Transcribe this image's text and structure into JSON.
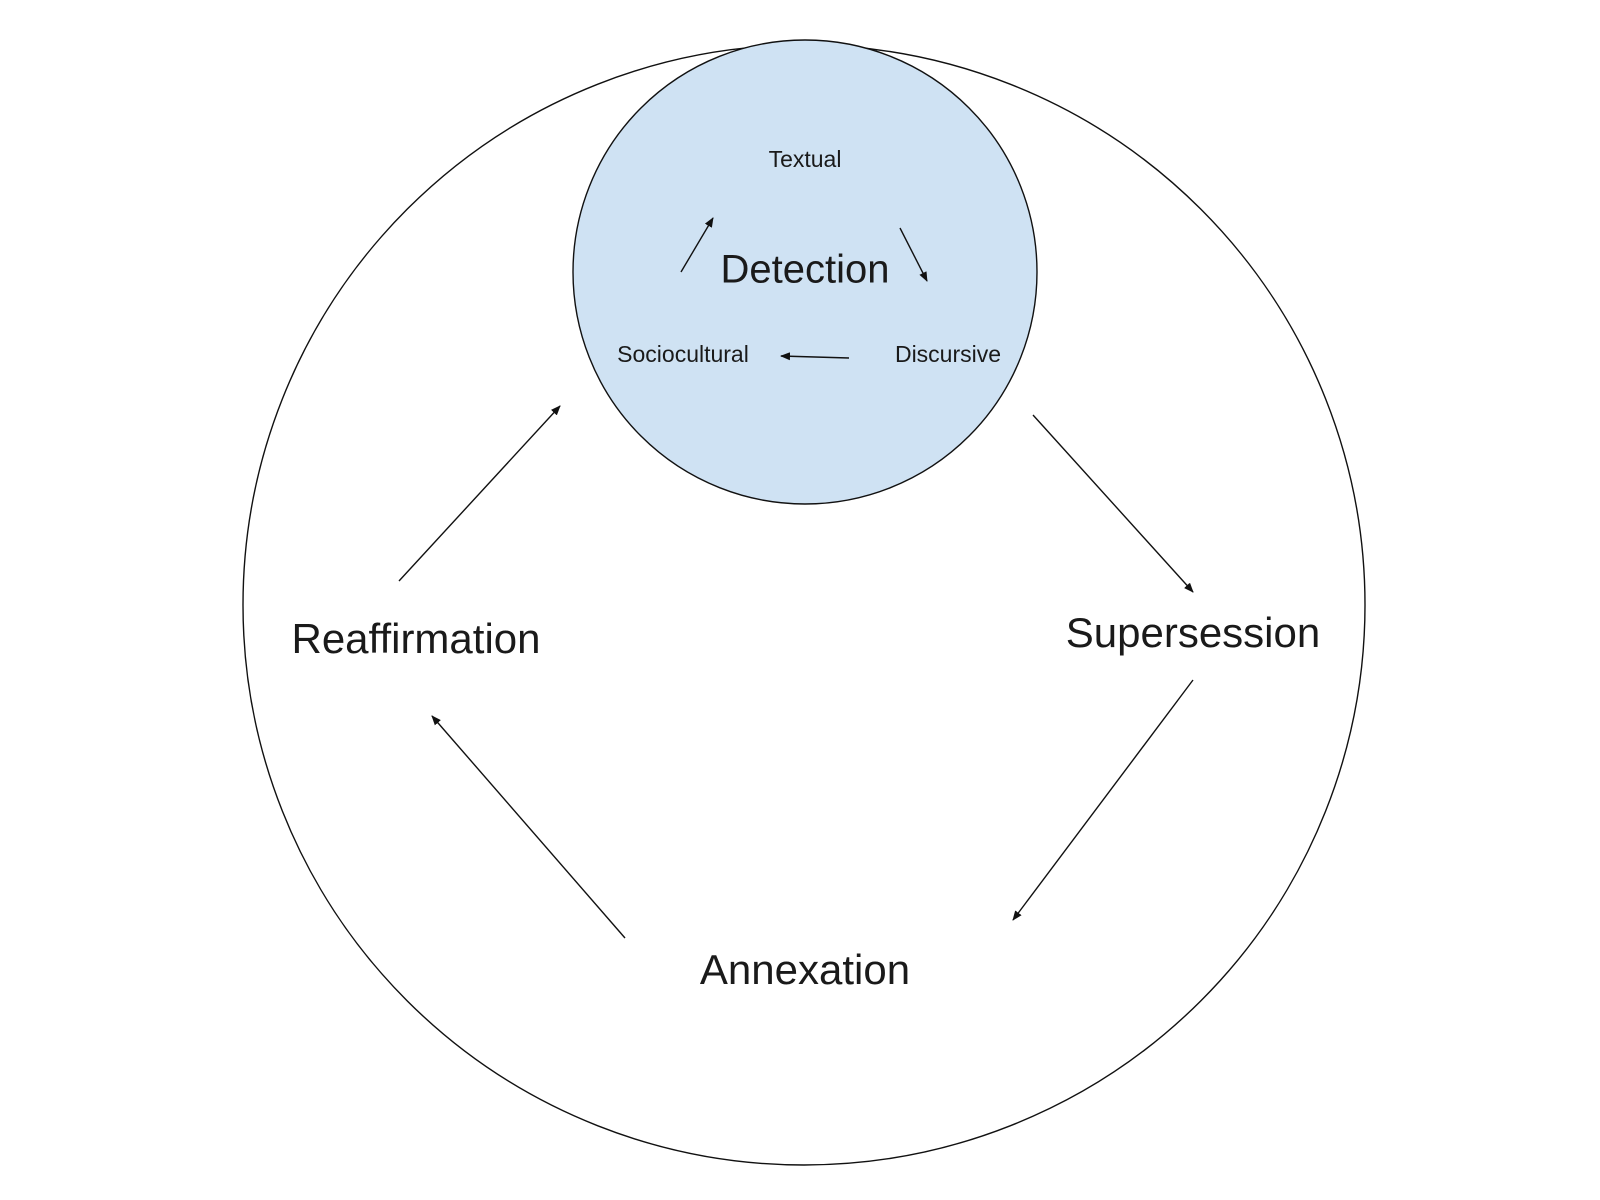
{
  "diagram": {
    "center_label": "Detection",
    "inner_labels": {
      "textual": "Textual",
      "discursive": "Discursive",
      "sociocultural": "Sociocultural"
    },
    "outer_labels": {
      "supersession": "Supersession",
      "annexation": "Annexation",
      "reaffirmation": "Reaffirmation"
    },
    "colors": {
      "inner_fill": "#cfe2f3",
      "stroke": "#111111",
      "text": "#1a1a1a"
    }
  }
}
